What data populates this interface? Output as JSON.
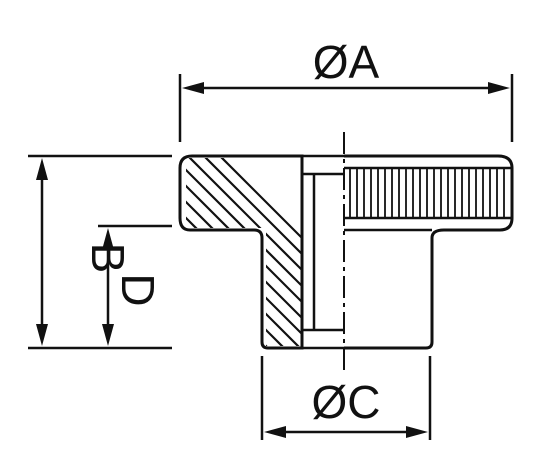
{
  "dimensions": {
    "A": "ØA",
    "B": "B",
    "C": "ØC",
    "D": "D"
  },
  "colors": {
    "line": "#111111",
    "background": "#ffffff"
  }
}
